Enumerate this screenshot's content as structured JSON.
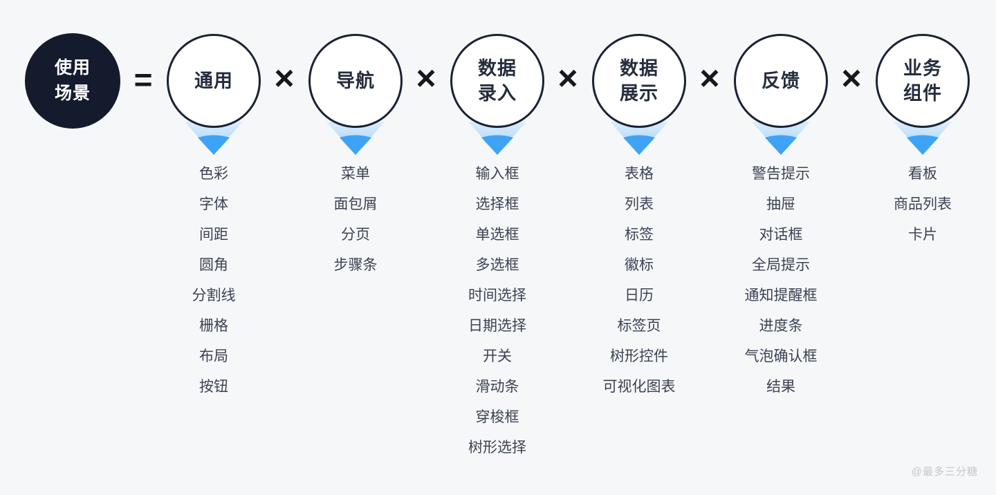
{
  "page": {
    "background": "#f6f7f8",
    "watermark": "@最多三分糖"
  },
  "operators": {
    "equals": "=",
    "times": "×"
  },
  "colors": {
    "root_circle_bg": "#141b2d",
    "root_circle_text": "#ffffff",
    "category_circle_bg": "#ffffff",
    "category_circle_border": "#1a2233",
    "category_label_text": "#252d3c",
    "item_text": "#3b4254",
    "operator_text": "#15181e",
    "funnel_gradient_top": "#dcedfd",
    "funnel_gradient_bottom": "#9bcef7",
    "funnel_tip": "#3fa3f5",
    "watermark_text": "#c7c7cb"
  },
  "root": {
    "line1": "使用",
    "line2": "场景"
  },
  "categories": [
    {
      "line1": "通用",
      "line2": "",
      "items": [
        "色彩",
        "字体",
        "间距",
        "圆角",
        "分割线",
        "栅格",
        "布局",
        "按钮"
      ]
    },
    {
      "line1": "导航",
      "line2": "",
      "items": [
        "菜单",
        "面包屑",
        "分页",
        "步骤条"
      ]
    },
    {
      "line1": "数据",
      "line2": "录入",
      "items": [
        "输入框",
        "选择框",
        "单选框",
        "多选框",
        "时间选择",
        "日期选择",
        "开关",
        "滑动条",
        "穿梭框",
        "树形选择"
      ]
    },
    {
      "line1": "数据",
      "line2": "展示",
      "items": [
        "表格",
        "列表",
        "标签",
        "徽标",
        "日历",
        "标签页",
        "树形控件",
        "可视化图表"
      ]
    },
    {
      "line1": "反馈",
      "line2": "",
      "items": [
        "警告提示",
        "抽屉",
        "对话框",
        "全局提示",
        "通知提醒框",
        "进度条",
        "气泡确认框",
        "结果"
      ]
    },
    {
      "line1": "业务",
      "line2": "组件",
      "items": [
        "看板",
        "商品列表",
        "卡片"
      ]
    }
  ]
}
